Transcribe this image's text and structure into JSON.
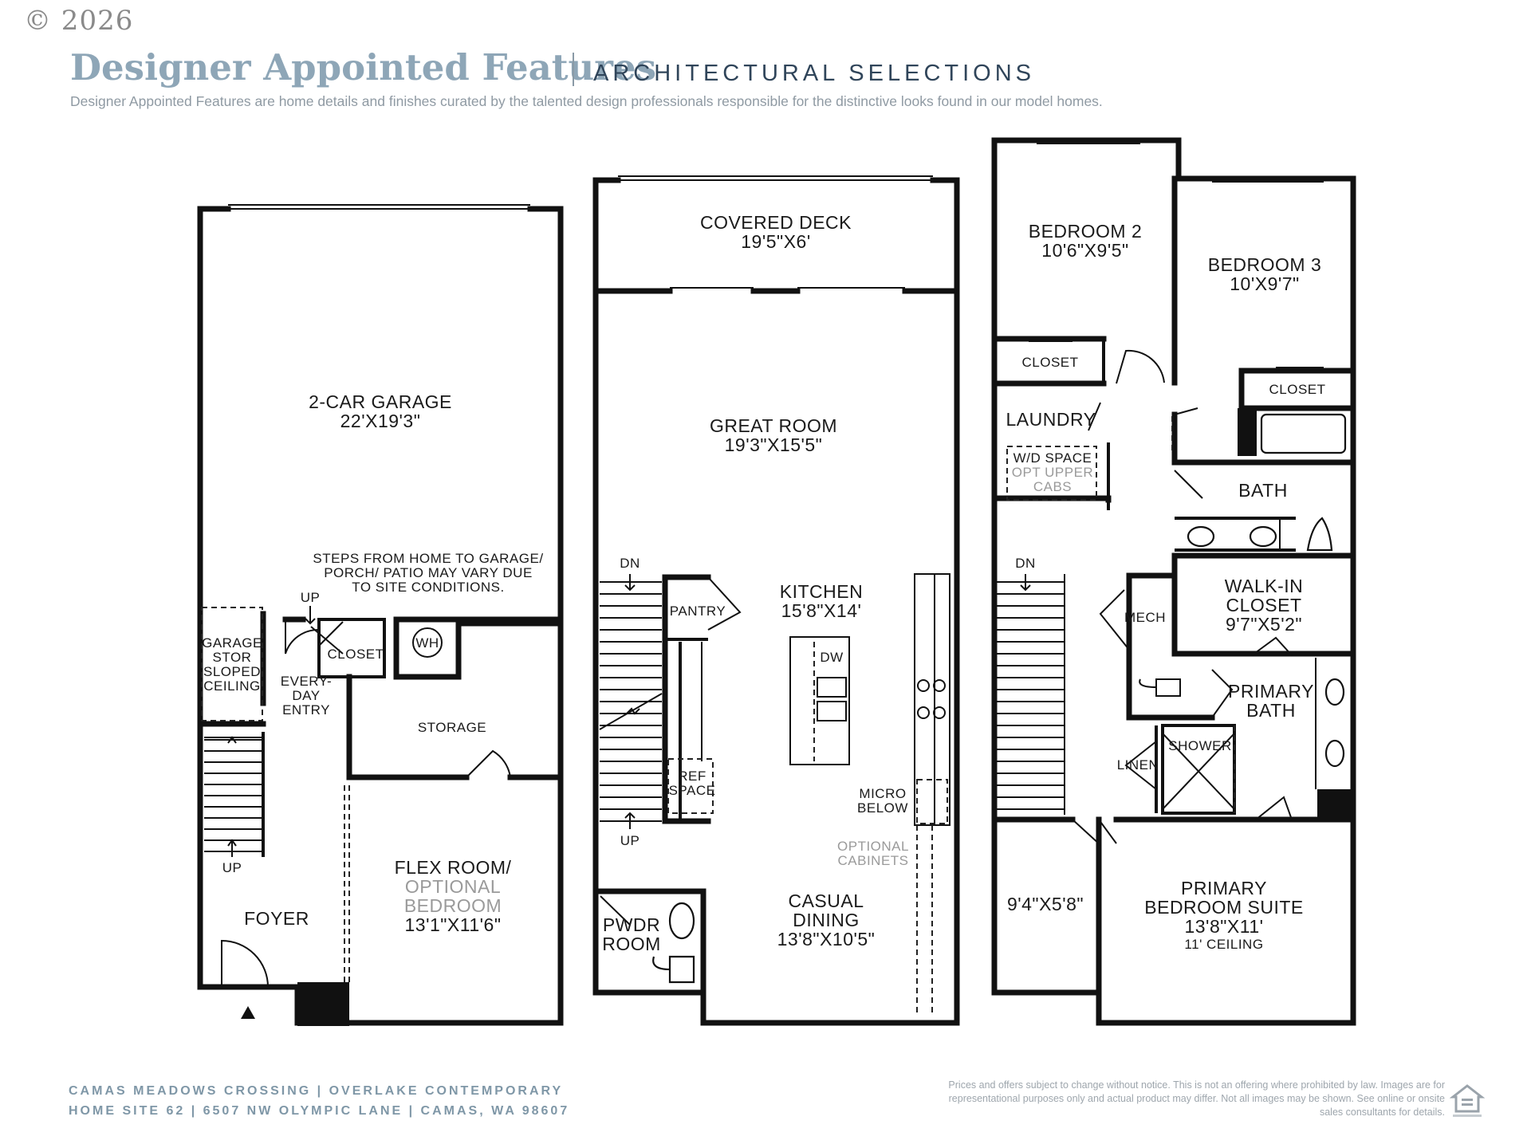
{
  "header": {
    "copyright": "© 2026",
    "title": "Designer Appointed Features",
    "subtitle": "ARCHITECTURAL SELECTIONS",
    "tagline": "Designer Appointed Features are home details and finishes curated by the talented design professionals responsible for the distinctive looks found in our model homes."
  },
  "floor_1": {
    "garage_name": "2-CAR GARAGE",
    "garage_size": "22'X19'3\"",
    "steps_note_1": "STEPS FROM HOME TO GARAGE/",
    "steps_note_2": "PORCH/ PATIO MAY VARY DUE",
    "steps_note_3": "TO SITE CONDITIONS.",
    "up_garage": "UP",
    "garage_stor_1": "GARAGE",
    "garage_stor_2": "STOR",
    "garage_stor_3": "SLOPED",
    "garage_stor_4": "CEILING",
    "closet": "CLOSET",
    "wh": "WH",
    "everyday_1": "EVERY-",
    "everyday_2": "DAY",
    "everyday_3": "ENTRY",
    "storage": "STORAGE",
    "up_stair": "UP",
    "foyer": "FOYER",
    "flex_1": "FLEX ROOM/",
    "flex_2": "OPTIONAL",
    "flex_3": "BEDROOM",
    "flex_size": "13'1\"X11'6\""
  },
  "floor_2": {
    "deck_name": "COVERED DECK",
    "deck_size": "19'5\"X6'",
    "great_name": "GREAT ROOM",
    "great_size": "19'3\"X15'5\"",
    "dn": "DN",
    "pantry": "PANTRY",
    "kitchen_name": "KITCHEN",
    "kitchen_size": "15'8\"X14'",
    "dw": "DW",
    "ref_1": "REF",
    "ref_2": "SPACE",
    "micro_1": "MICRO",
    "micro_2": "BELOW",
    "up": "UP",
    "opt_cab_1": "OPTIONAL",
    "opt_cab_2": "CABINETS",
    "pwdr_1": "PWDR",
    "pwdr_2": "ROOM",
    "casual_1": "CASUAL",
    "casual_2": "DINING",
    "casual_size": "13'8\"X10'5\""
  },
  "floor_3": {
    "bed2_name": "BEDROOM 2",
    "bed2_size": "10'6\"X9'5\"",
    "bed3_name": "BEDROOM 3",
    "bed3_size": "10'X9'7\"",
    "closet_a": "CLOSET",
    "closet_b": "CLOSET",
    "laundry": "LAUNDRY",
    "wd_1": "W/D SPACE",
    "wd_2": "OPT UPPER",
    "wd_3": "CABS",
    "bath": "BATH",
    "dn": "DN",
    "mech": "MECH",
    "walkin_1": "WALK-IN",
    "walkin_2": "CLOSET",
    "walkin_size": "9'7\"X5'2\"",
    "pbath_1": "PRIMARY",
    "pbath_2": "BATH",
    "shower": "SHOWER",
    "linen": "LINEN",
    "nook_size": "9'4\"X5'8\"",
    "suite_1": "PRIMARY",
    "suite_2": "BEDROOM SUITE",
    "suite_size": "13'8\"X11'",
    "suite_ceiling": "11' CEILING"
  },
  "footer": {
    "line_1": "CAMAS MEADOWS CROSSING  |  OVERLAKE CONTEMPORARY",
    "line_2": "HOME SITE 62  |  6507 NW OLYMPIC LANE  |  CAMAS, WA 98607",
    "disclaimer": "Prices and offers subject to change without notice. This is not an offering where prohibited by law. Images are for representational purposes only and actual product may differ. Not all images may be shown. See online or onsite sales consultants for details."
  },
  "colors": {
    "title": "#8ea6b7",
    "subtitle": "#30455a",
    "footer": "#7f97a7",
    "wall": "#111111",
    "optional_text": "#9a9a9a"
  },
  "icons": [
    "equal-housing-icon",
    "entry-arrow-icon",
    "water-heater-icon"
  ]
}
